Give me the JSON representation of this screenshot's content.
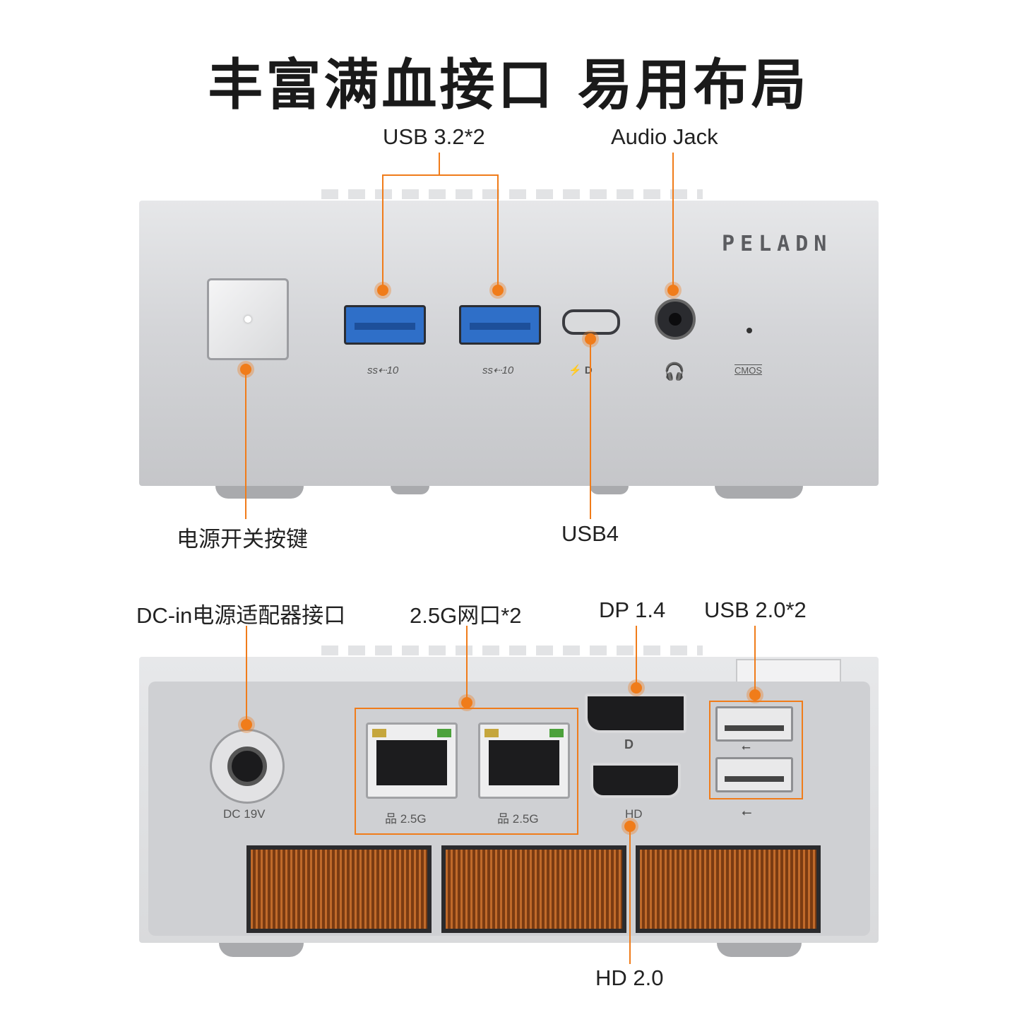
{
  "title": "丰富满血接口 易用布局",
  "brand": "PELADN",
  "front": {
    "usb32_label": "USB 3.2*2",
    "audio_label": "Audio Jack",
    "power_label": "电源开关按键",
    "usb4_label": "USB4",
    "cmos_label": "CMOS",
    "ss_mark": "ss⇠10"
  },
  "back": {
    "dcin_label": "DC-in电源适配器接口",
    "lan_label": "2.5G网口*2",
    "dp_label": "DP 1.4",
    "usb20_label": "USB 2.0*2",
    "hd_label": "HD 2.0",
    "dc_text": "DC 19V",
    "lan1_text": "2.5G",
    "lan2_text": "2.5G",
    "hd_text": "HD"
  },
  "colors": {
    "accent": "#f07c1a",
    "usb3_blue": "#2f6fc8"
  }
}
